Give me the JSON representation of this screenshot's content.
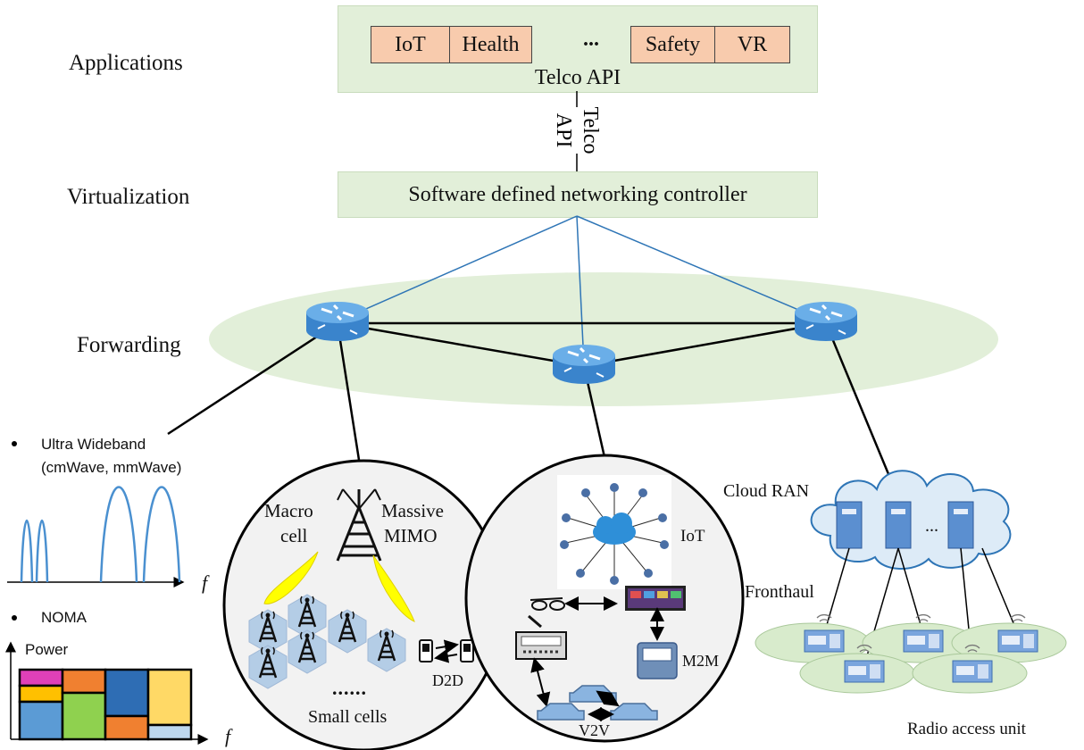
{
  "layers": {
    "applications": "Applications",
    "virtualization": "Virtualization",
    "forwarding": "Forwarding"
  },
  "applications_box": {
    "apps": [
      "IoT",
      "Health",
      "Safety",
      "VR"
    ],
    "ellipsis": "...",
    "api_label": "Telco API"
  },
  "vertical_api_label": [
    "Telco",
    "API"
  ],
  "sdn_controller": "Software defined networking controller",
  "spectrum": {
    "uwb_line1": "Ultra Wideband",
    "uwb_line2": "(cmWave, mmWave)",
    "noma_label": "NOMA",
    "power_label": "Power",
    "f_label": "f"
  },
  "left_circle": {
    "macro_line1": "Macro",
    "macro_line2": "cell",
    "mimo_line1": "Massive",
    "mimo_line2": "MIMO",
    "dots": "......",
    "d2d": "D2D",
    "small_cells": "Small cells"
  },
  "right_circle": {
    "iot": "IoT",
    "m2m": "M2M",
    "v2v": "V2V"
  },
  "cran": {
    "cloud_ran": "Cloud RAN",
    "ellipsis": "...",
    "fronthaul": "Fronthaul",
    "radio_access_unit": "Radio access unit"
  },
  "colors": {
    "green_fill": "#e2efd9",
    "app_fill": "#f8cbad",
    "router_blue": "#3f8fd6",
    "link_blue": "#2e75b6",
    "beam_yellow": "#ffff00",
    "noma_colors": [
      "#e040b8",
      "#f08030",
      "#2e6db4",
      "#ffd966",
      "#ffc000",
      "#8fd14f",
      "#5b9bd5",
      "#bdd7ee"
    ]
  }
}
